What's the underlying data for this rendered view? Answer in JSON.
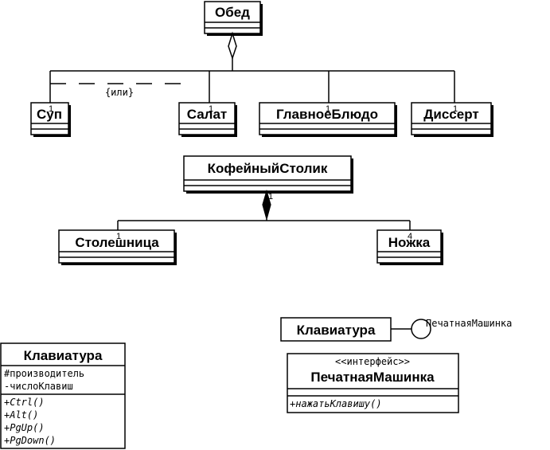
{
  "dinner": {
    "whole": "Обед",
    "parts": [
      "Суп",
      "Салат",
      "ГлавноеБлюдо",
      "Диссерт"
    ],
    "multiplicity": "1",
    "constraint": "{или}"
  },
  "table": {
    "whole": "КофейныйСтолик",
    "whole_multiplicity": "1",
    "parts": [
      "Столешница",
      "Ножка"
    ],
    "part_multiplicities": [
      "1",
      "4"
    ]
  },
  "keyboard_full": {
    "name": "Клавиатура",
    "attributes": [
      "#производитель",
      "-числоКлавиш"
    ],
    "operations": [
      "+Ctrl()",
      "+Alt()",
      "+PgUp()",
      "+PgDown()"
    ]
  },
  "keyboard_lollipop": {
    "name": "Клавиатура",
    "interface_label": "ПечатнаяМашинка"
  },
  "interface_box": {
    "stereotype": "<<интерфейс>>",
    "name": "ПечатнаяМашинка",
    "operations": [
      "+нажатьКлавишу()"
    ]
  },
  "colors": {
    "line": "#000000",
    "background": "#ffffff"
  }
}
